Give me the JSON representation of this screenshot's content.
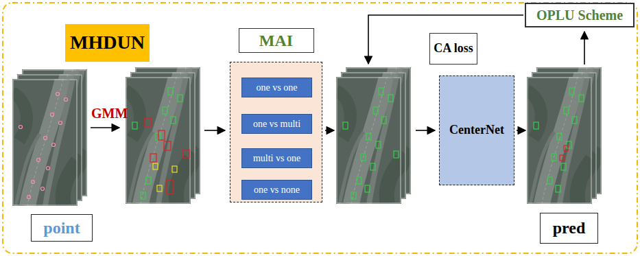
{
  "diagram": {
    "nodes": [
      {
        "text": [
          "MHDUN"
        ]
      },
      {
        "text": [
          "MAI"
        ]
      },
      {
        "text": [
          "one vs one"
        ],
        "in": 1
      },
      {
        "text": [
          "one vs multi"
        ],
        "in": 1
      },
      {
        "text": [
          "multi vs one"
        ],
        "in": 1
      },
      {
        "text": [
          "one vs none"
        ],
        "in": 1
      },
      {
        "text": [
          "OPLU Scheme"
        ]
      },
      {
        "text": [
          "CA loss"
        ]
      },
      {
        "text": [
          "CenterNet"
        ]
      },
      {
        "text": [
          "point"
        ]
      },
      {
        "text": [
          "pred"
        ]
      }
    ],
    "labels": [
      "GMM"
    ]
  }
}
